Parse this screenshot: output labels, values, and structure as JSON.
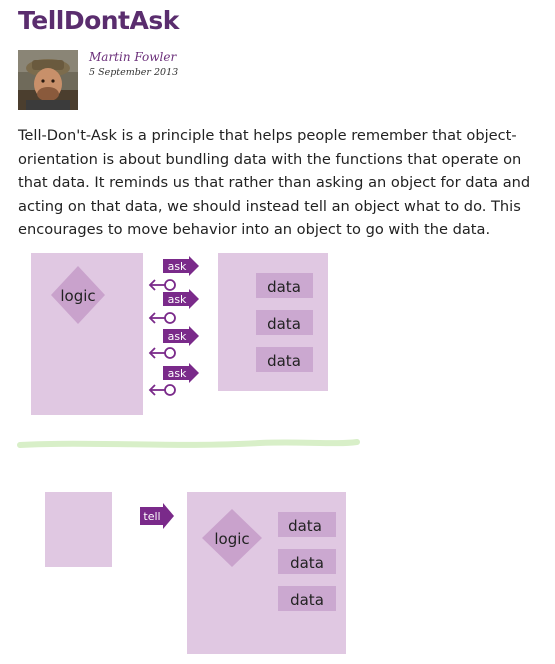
{
  "article": {
    "title": "TellDontAsk",
    "author": "Martin Fowler",
    "date": "5 September 2013",
    "intro": "Tell-Don't-Ask is a principle that helps people remember that object-orientation is about bundling data with the functions that operate on that data. It reminds us that rather than asking an object for data and acting on that data, we should instead tell an object what to do. This encourages to move behavior into an object to go with the data."
  },
  "diagram": {
    "ask_label": "ask",
    "tell_label": "tell",
    "logic_label": "logic",
    "data_labels": [
      "data",
      "data",
      "data"
    ],
    "colors": {
      "box": "#e0c8e2",
      "diamond": "#c9a2cc",
      "data_block": "#cba8d0",
      "arrow": "#7a2a8a",
      "divider": "#d8efc8"
    }
  }
}
